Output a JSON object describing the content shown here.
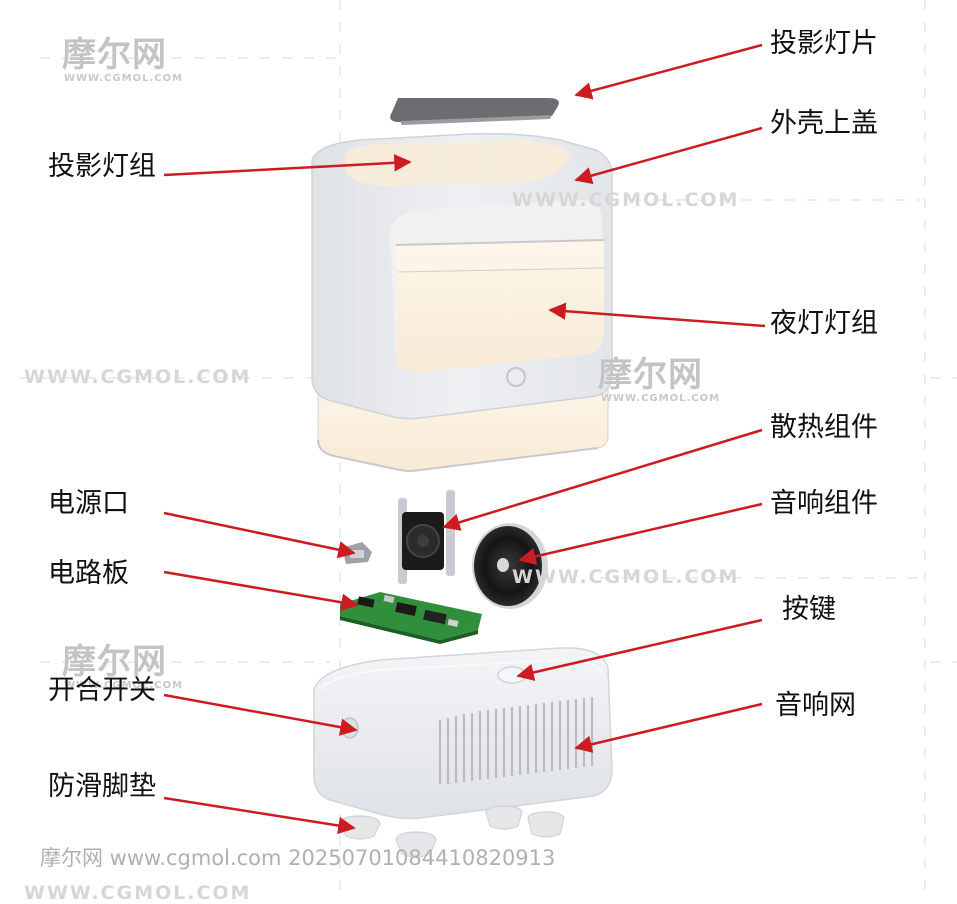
{
  "labels": {
    "projection_slide": "投影灯片",
    "housing_top_cover": "外壳上盖",
    "projection_light_group": "投影灯组",
    "night_light_group": "夜灯灯组",
    "cooling_assembly": "散热组件",
    "speaker_assembly": "音响组件",
    "power_port": "电源口",
    "circuit_board": "电路板",
    "button": "按键",
    "on_off_switch": "开合开关",
    "speaker_grille": "音响网",
    "anti_slip_feet": "防滑脚垫"
  },
  "watermarks": {
    "logo": "摩尔网",
    "logo_sub": "WWW.CGMOL.COM",
    "url": "WWW.CGMOL.COM",
    "footer": "摩尔网 www.cgmol.com 20250701084410820913"
  },
  "colors": {
    "arrow": "#cc1c22",
    "shell": "#e9ebee",
    "light_glow": "#fbf1e3",
    "watermark": "#c4c4c4"
  }
}
